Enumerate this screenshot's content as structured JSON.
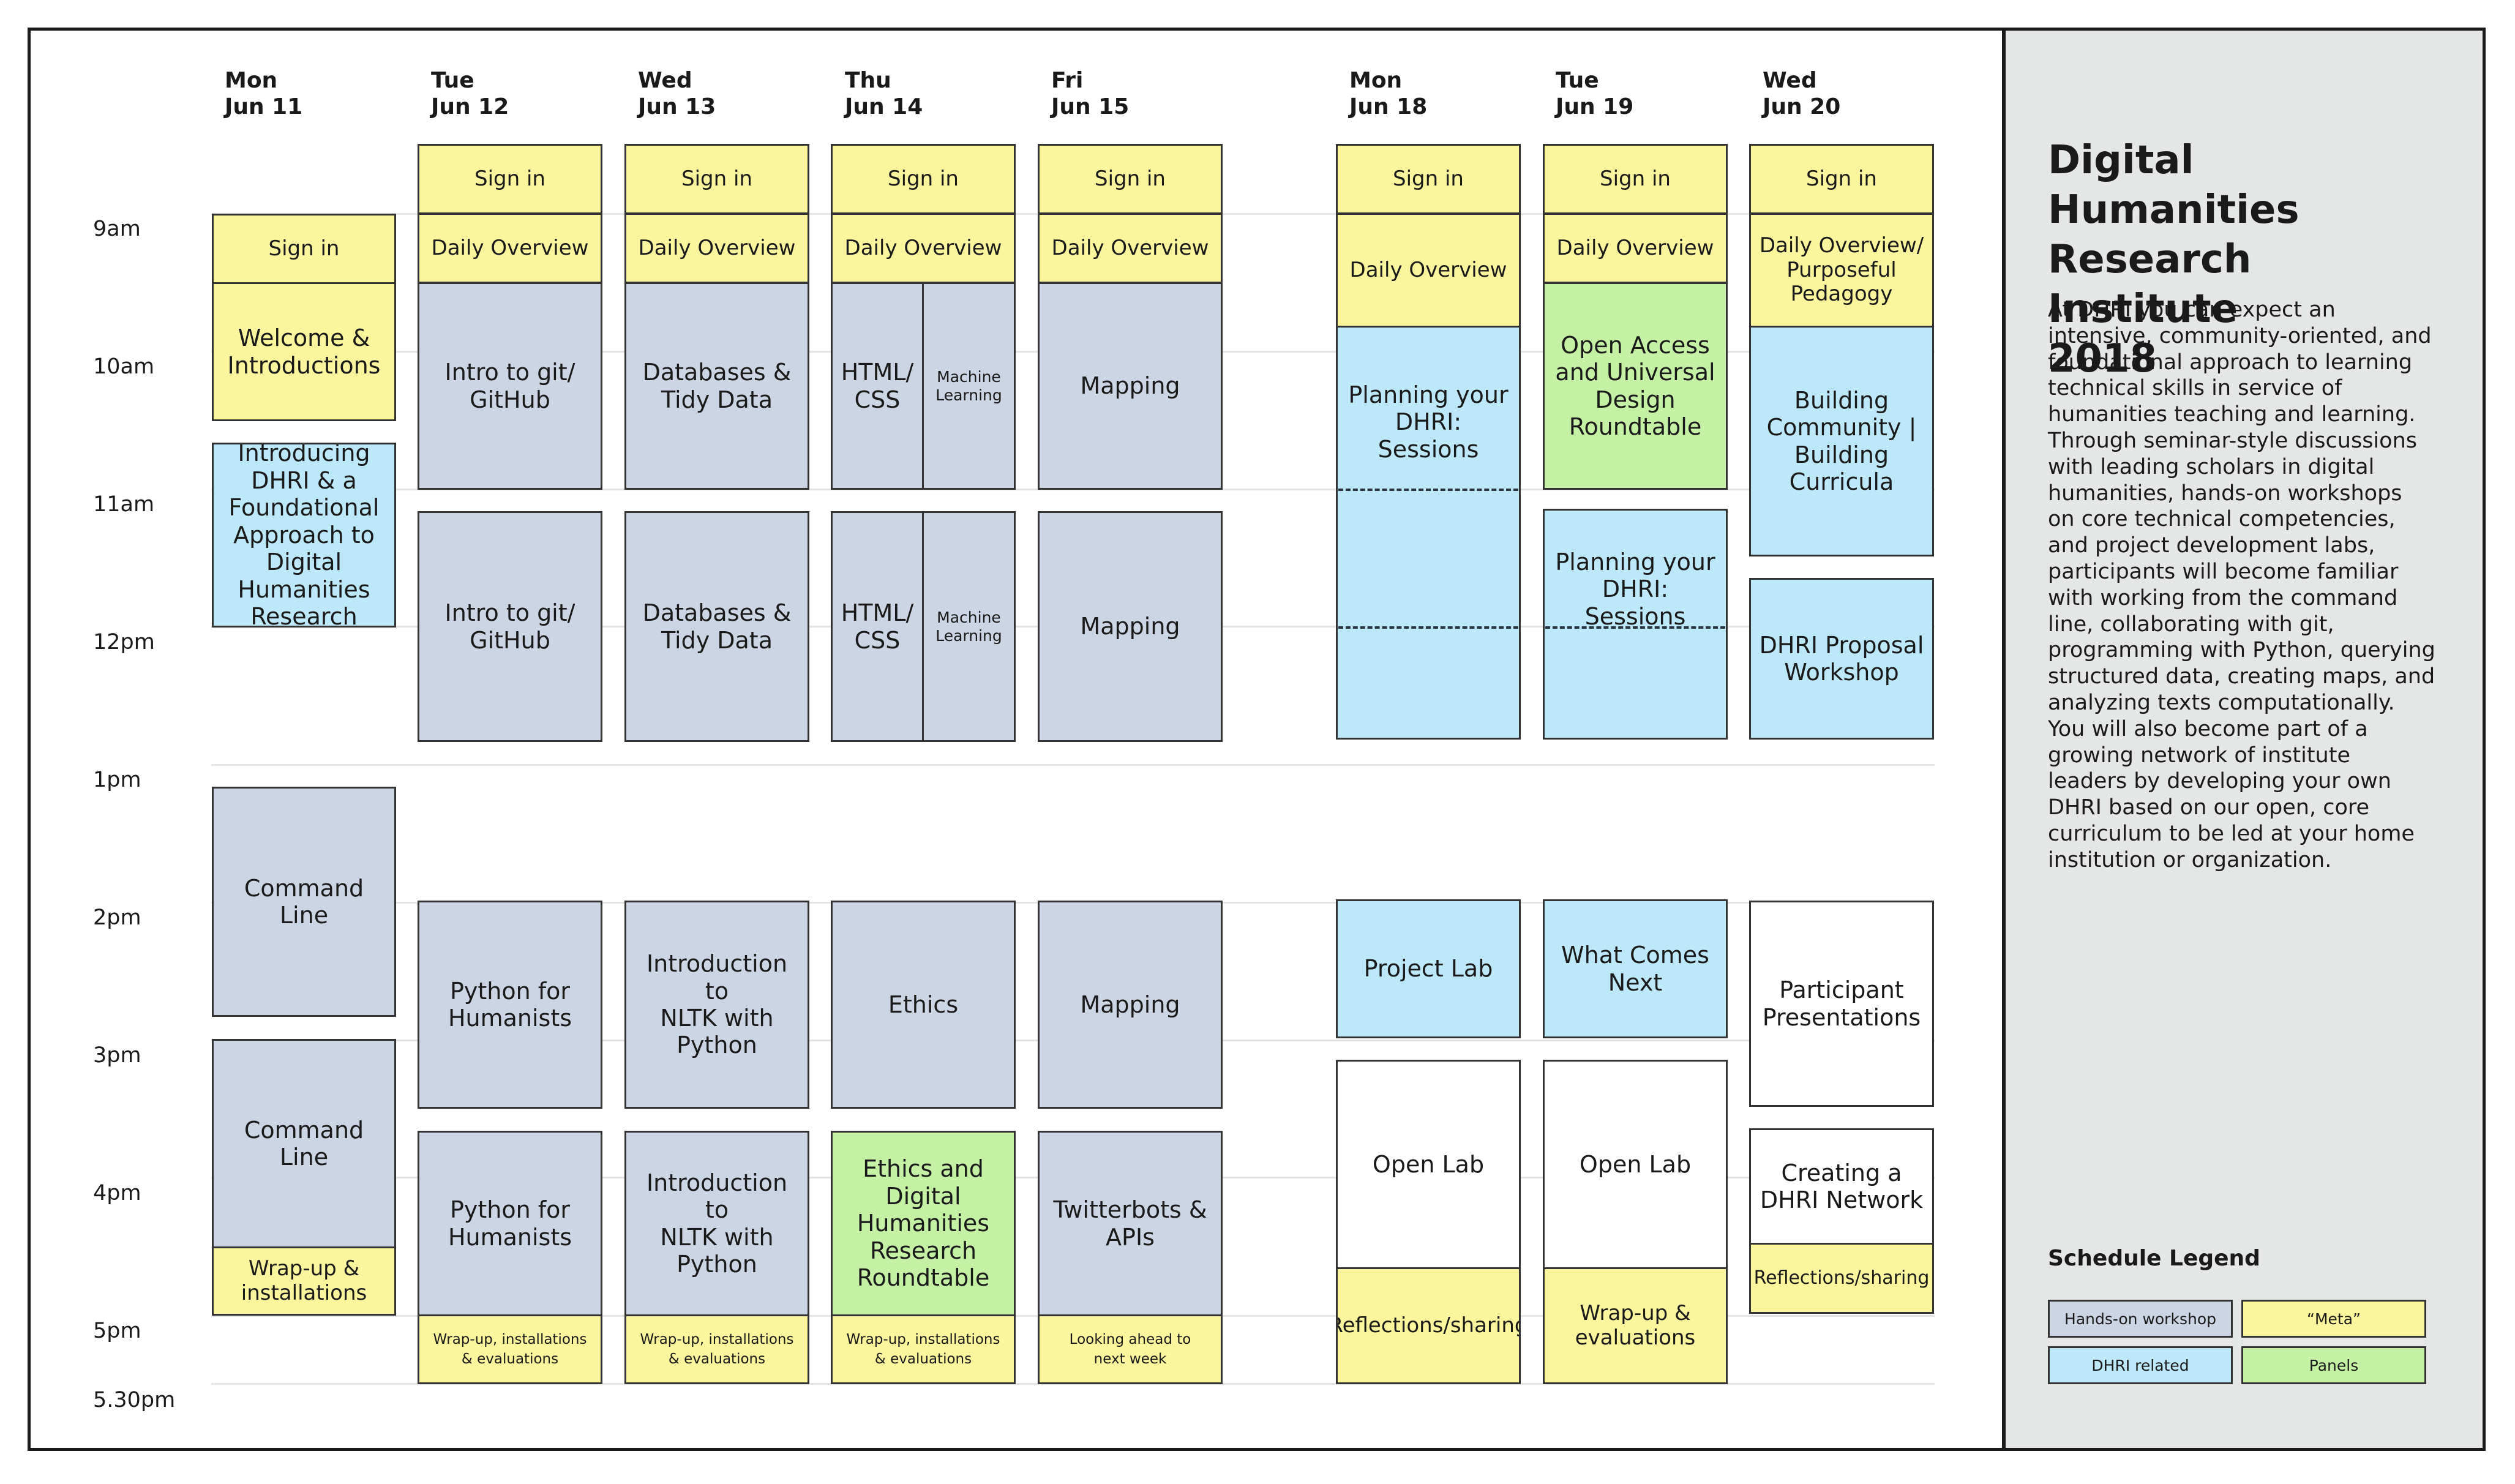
{
  "title": "Digital Humanities\nResearch Institute\n2018",
  "description": "At DHRI you can expect an\nintensive, community-oriented, and\nfoundational approach to learning\ntechnical skills in service of\nhumanities teaching and learning.\nThrough seminar-style discussions\nwith leading scholars in digital\nhumanities, hands-on workshops\non core technical competencies,\nand project development labs,\nparticipants will become familiar\nwith working from the command\nline, collaborating with git,\nprogramming with Python, querying\nstructured data, creating maps, and\nanalyzing texts computationally.\nYou will also become part of a\ngrowing network of institute\nleaders by developing your own\nDHRI based on our open, core\ncurriculum to be led at your home\ninstitution or organization.",
  "times": [
    "9am",
    "10am",
    "11am",
    "12pm",
    "1pm",
    "2pm",
    "3pm",
    "4pm",
    "5pm",
    "5.30pm"
  ],
  "days": [
    {
      "weekday": "Mon",
      "date": "Jun 11"
    },
    {
      "weekday": "Tue",
      "date": "Jun 12"
    },
    {
      "weekday": "Wed",
      "date": "Jun 13"
    },
    {
      "weekday": "Thu",
      "date": "Jun 14"
    },
    {
      "weekday": "Fri",
      "date": "Jun 15"
    },
    {
      "weekday": "Mon",
      "date": "Jun 18"
    },
    {
      "weekday": "Tue",
      "date": "Jun 19"
    },
    {
      "weekday": "Wed",
      "date": "Jun 20"
    }
  ],
  "legend": {
    "title": "Schedule Legend",
    "items": [
      {
        "label": "Hands-on workshop",
        "color": "#ccd5e3"
      },
      {
        "label": "“Meta”",
        "color": "#fbf59d"
      },
      {
        "label": "DHRI related",
        "color": "#bde8fa"
      },
      {
        "label": "Panels",
        "color": "#c5f1a4"
      }
    ]
  },
  "colors": {
    "meta": "#fbf59d",
    "workshop": "#ccd5e3",
    "dhri": "#bde8fa",
    "panel": "#c5f1a4",
    "open": "#ffffff"
  },
  "events": {
    "mon11": {
      "signin": "Sign in",
      "welcome": "Welcome & \nIntroductions",
      "introducing": "Introducing\nDHRI & a\nFoundational\nApproach to\nDigital\nHumanities\nResearch",
      "cmd1": "Command Line",
      "cmd2": "Command Line",
      "wrapup": "Wrap-up &\ninstallations"
    },
    "tue12": {
      "signin": "Sign in",
      "overview": "Daily Overview",
      "am1": "Intro to git/\nGitHub",
      "am2": "Intro to git/\nGitHub",
      "pm1": "Python for\nHumanists",
      "pm2": "Python for\nHumanists",
      "wrapup": "Wrap-up, installations\n& evaluations"
    },
    "wed13": {
      "signin": "Sign in",
      "overview": "Daily Overview",
      "am1": "Databases &\nTidy Data",
      "am2": "Databases &\nTidy Data",
      "pm1": "Introduction to\nNLTK with\nPython",
      "pm2": "Introduction to\nNLTK with\nPython",
      "wrapup": "Wrap-up, installations\n& evaluations"
    },
    "thu14": {
      "signin": "Sign in",
      "overview": "Daily Overview",
      "html1": "HTML/\nCSS",
      "ml1": "Machine\nLearning",
      "html2": "HTML/\nCSS",
      "ml2": "Machine\nLearning",
      "ethics": "Ethics",
      "roundtable": "Ethics and\nDigital\nHumanities\nResearch\nRoundtable",
      "wrapup": "Wrap-up, installations\n& evaluations"
    },
    "fri15": {
      "signin": "Sign in",
      "overview": "Daily Overview",
      "am1": "Mapping",
      "am2": "Mapping",
      "pm1": "Mapping",
      "pm2": "Twitterbots &\nAPIs",
      "wrapup": "Looking ahead to\nnext week"
    },
    "mon18": {
      "signin": "Sign in",
      "overview": "Daily Overview",
      "planning": "Planning your\nDHRI: Sessions",
      "projectlab": "Project Lab",
      "openlab": "Open Lab",
      "reflections": "Reflections/sharing"
    },
    "tue19": {
      "signin": "Sign in",
      "overview": "Daily Overview",
      "openaccess": "Open Access\nand Universal\nDesign\nRoundtable",
      "planning": "Planning your\nDHRI: Sessions",
      "whatnext": "What Comes\nNext",
      "openlab": "Open Lab",
      "wrapup": "Wrap-up &\nevaluations"
    },
    "wed20": {
      "signin": "Sign in",
      "overview": "Daily Overview/\nPurposeful\nPedagogy",
      "community": "Building\nCommunity |\nBuilding\nCurricula",
      "proposal": "DHRI Proposal\nWorkshop",
      "presentations": "Participant\nPresentations",
      "network": "Creating a\nDHRI Network",
      "reflections": "Reflections/sharing"
    }
  }
}
